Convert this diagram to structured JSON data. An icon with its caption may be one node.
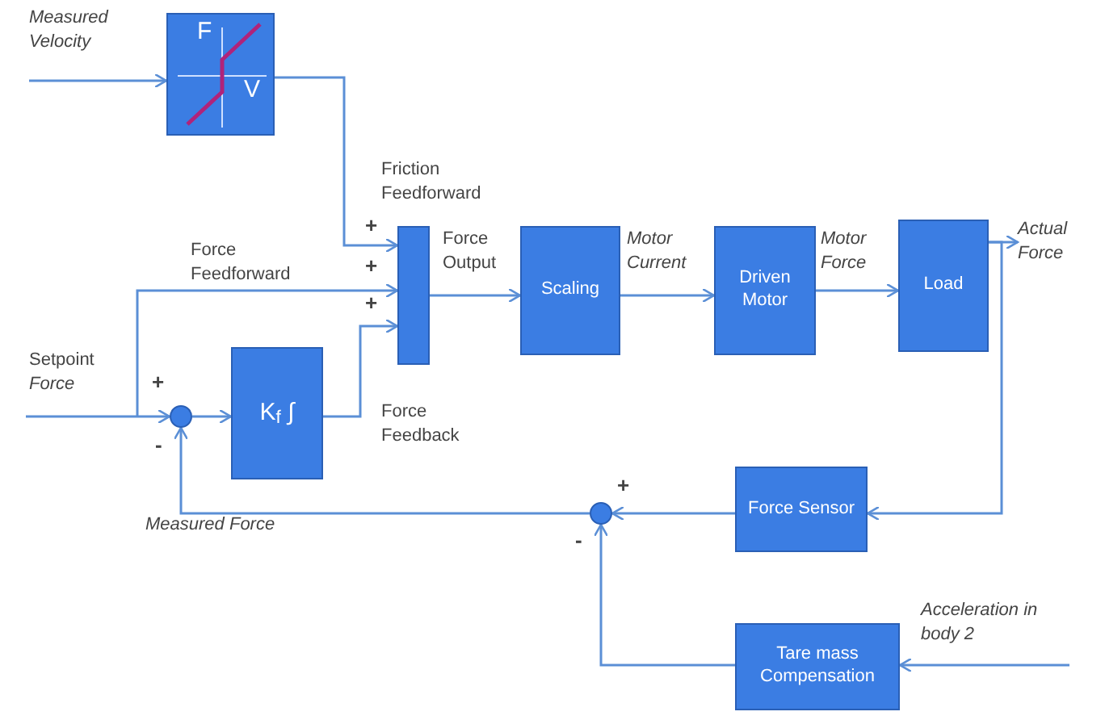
{
  "diagram": {
    "nodes": [
      {
        "text": [
          "F",
          "V"
        ]
      },
      {
        "text": [],
        "shape": "bar"
      },
      {
        "text": [
          "Scaling"
        ]
      },
      {
        "text": [
          "Driven Motor"
        ]
      },
      {
        "text": [
          "Load"
        ]
      },
      {
        "text": [
          "K$_{f}$ ∫"
        ]
      },
      {
        "text": [],
        "shape": "circle"
      },
      {
        "text": [
          "Force Sensor"
        ]
      },
      {
        "text": [],
        "shape": "circle"
      },
      {
        "text": [
          "Tare mass Compensation"
        ]
      },
      {
        "text": [
          "Actual Force"
        ]
      }
    ],
    "edges": [
      {
        "from": null,
        "to": 0,
        "arrow": "to"
      },
      {
        "from": 0,
        "to": 1,
        "arrow": "to"
      },
      {
        "from": null,
        "to": 1,
        "arrow": "to"
      },
      {
        "from": null,
        "to": 6,
        "arrow": "to"
      },
      {
        "from": 6,
        "to": 5,
        "arrow": "to"
      },
      {
        "from": 5,
        "to": 1,
        "arrow": "to"
      },
      {
        "from": 1,
        "to": 2,
        "arrow": "to"
      },
      {
        "from": 2,
        "to": 3,
        "arrow": "to"
      },
      {
        "from": 3,
        "to": 4,
        "arrow": "to"
      },
      {
        "from": 4,
        "to": 10,
        "arrow": "to"
      },
      {
        "from": 4,
        "to": 7,
        "arrow": "to"
      },
      {
        "from": 7,
        "to": 8,
        "arrow": "to"
      },
      {
        "from": 8,
        "to": 6,
        "arrow": "to"
      },
      {
        "from": 9,
        "to": 8,
        "arrow": "to"
      },
      {
        "from": null,
        "to": 9,
        "arrow": "to"
      }
    ],
    "labels": [
      "Measured Velocity",
      "Friction Feedforward",
      "+",
      "Force Output",
      "Motor Current",
      "Motor Force",
      "Force Feedforward",
      "+",
      "+",
      "Setpoint *Force*",
      "+",
      "Force Feedback",
      "-",
      "+",
      "Measured Force",
      "-",
      "Acceleration in body 2"
    ]
  }
}
